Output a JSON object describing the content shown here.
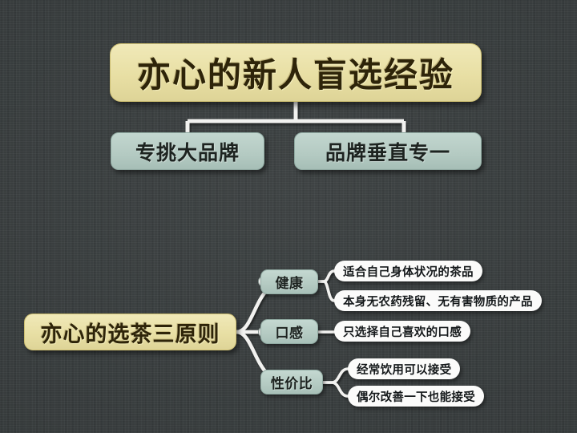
{
  "theme": {
    "background": "#383d3e",
    "title_box": "#e8dfa4",
    "accent_box": "#b4cac2",
    "leaf_box": "#fbfbfa",
    "connector": "#f2f2f0",
    "title_text": "#2e2409",
    "leaf_text": "#14181a"
  },
  "mindmap": {
    "title": "亦心的新人盲选经验",
    "top_branches": [
      {
        "label": "专挑大品牌"
      },
      {
        "label": "品牌垂直专一"
      }
    ],
    "principles_root": "亦心的选茶三原则",
    "principles": [
      {
        "label": "健康",
        "leaves": [
          "适合自己身体状况的茶品",
          "本身无农药残留、无有害物质的产品"
        ]
      },
      {
        "label": "口感",
        "leaves": [
          "只选择自己喜欢的口感"
        ]
      },
      {
        "label": "性价比",
        "leaves": [
          "经常饮用可以接受",
          "偶尔改善一下也能接受"
        ]
      }
    ]
  }
}
